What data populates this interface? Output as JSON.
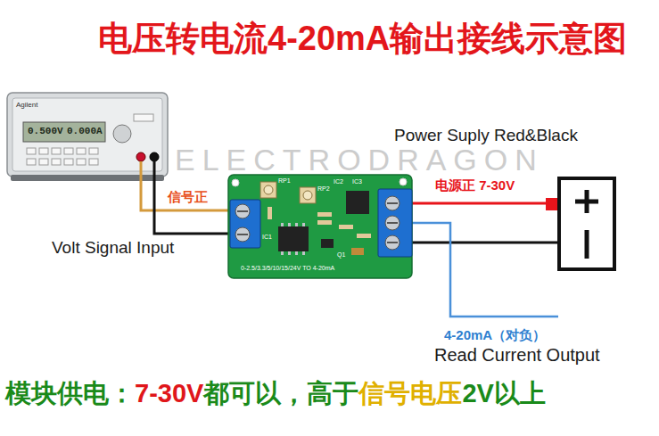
{
  "diagram": {
    "title": "电压转电流4-20mA输出接线示意图",
    "labels": [
      "0.500V",
      "0.000A",
      "Agilent",
      "ELECTRODRAGON",
      "信号正",
      "Volt Signal Input",
      "Power Suply Red&Black",
      "电源正 7-30V",
      "RP1",
      "RP2",
      "IC2",
      "IC3",
      "IC1",
      "Q1",
      "0-2.5/3.3/5/10/15/24V TO 4-20mA",
      "4-20mA（对负）",
      "Read Current Output",
      "模块供电：",
      "7-30V",
      "都可以，高于",
      "信号电压",
      "2V以上"
    ]
  }
}
